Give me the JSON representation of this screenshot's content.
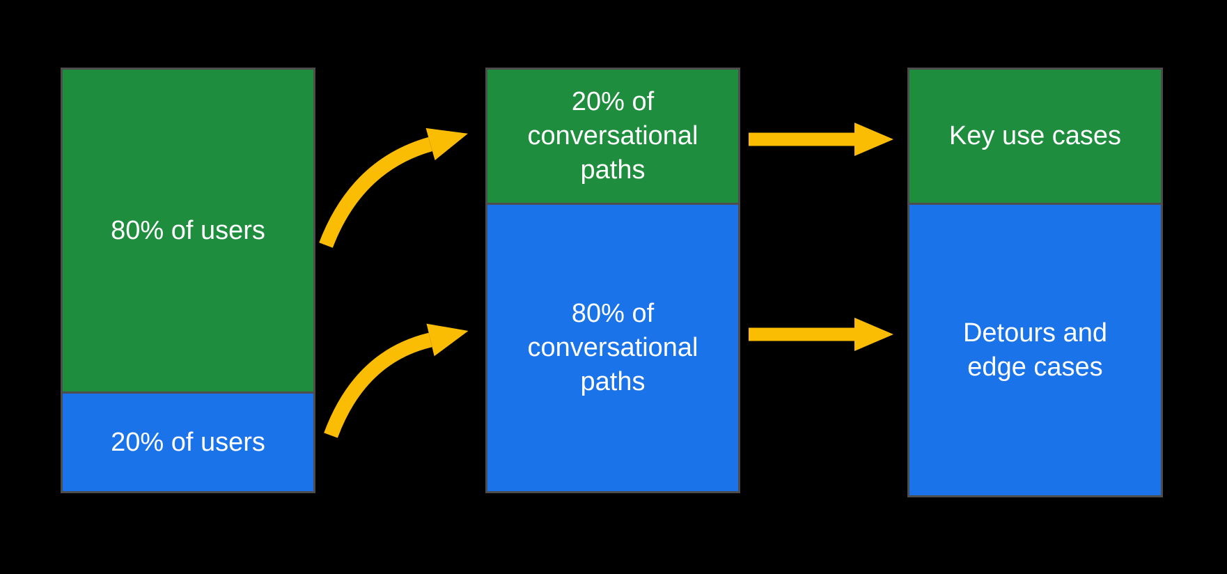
{
  "colors": {
    "segment_green": "#1e8e3e",
    "segment_blue": "#1a73e8",
    "arrow_yellow": "#fbbc04",
    "label_text": "#ffffff",
    "background": "#000000",
    "bar_border": "#4d4d4d"
  },
  "columns": [
    {
      "name": "users",
      "segments": [
        {
          "color": "green",
          "label": "80% of users"
        },
        {
          "color": "blue",
          "label": "20% of users"
        }
      ]
    },
    {
      "name": "conversational-paths",
      "segments": [
        {
          "color": "green",
          "label": "20% of\nconversational\npaths"
        },
        {
          "color": "blue",
          "label": "80% of\nconversational\npaths"
        }
      ]
    },
    {
      "name": "use-cases",
      "segments": [
        {
          "color": "green",
          "label": "Key use cases"
        },
        {
          "color": "blue",
          "label": "Detours and\nedge cases"
        }
      ]
    }
  ],
  "arrows": [
    {
      "style": "curved",
      "from": "80% of users",
      "to": "20% of conversational paths"
    },
    {
      "style": "curved",
      "from": "20% of users",
      "to": "80% of conversational paths"
    },
    {
      "style": "straight",
      "from": "20% of conversational paths",
      "to": "Key use cases"
    },
    {
      "style": "straight",
      "from": "80% of conversational paths",
      "to": "Detours and edge cases"
    }
  ]
}
